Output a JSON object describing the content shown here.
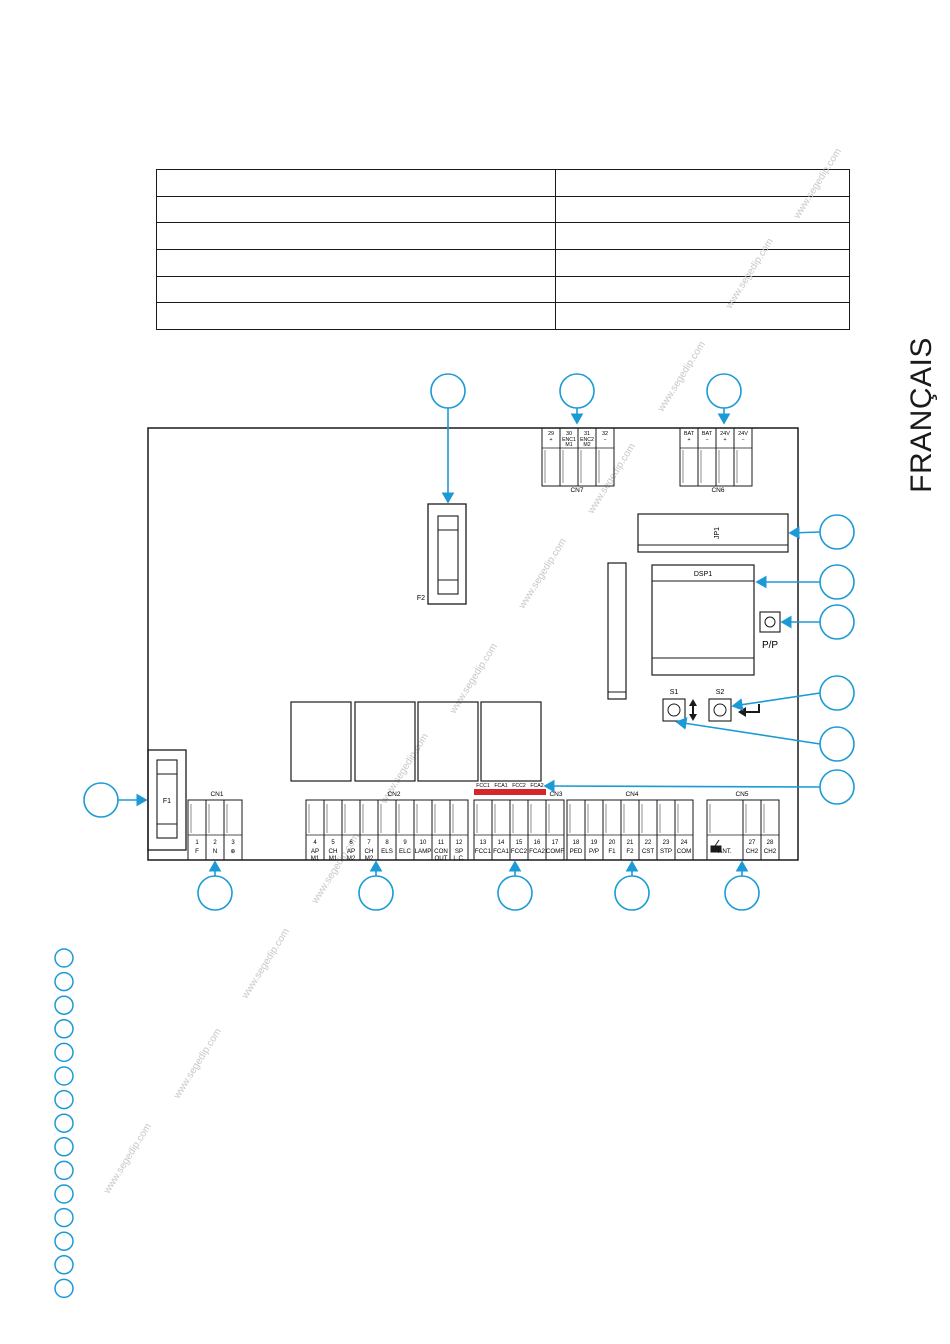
{
  "language_label": "FRANÇAIS",
  "spec_table": {
    "rows": [
      [
        "",
        ""
      ],
      [
        "",
        ""
      ],
      [
        "",
        ""
      ],
      [
        "",
        ""
      ],
      [
        "",
        ""
      ],
      [
        "",
        ""
      ]
    ]
  },
  "watermark": "www.segedip.com",
  "components": {
    "fuse_f1": "F1",
    "fuse_f2": "F2",
    "jumper": "JP1",
    "display": "DSP1",
    "button_pp": "P/P",
    "button_s1": "S1",
    "button_s2": "S2"
  },
  "connectors": {
    "cn1": {
      "label": "CN1",
      "terminals": [
        {
          "num": "1",
          "sig": "F"
        },
        {
          "num": "2",
          "sig": "N"
        },
        {
          "num": "3",
          "sig": "⊕"
        }
      ]
    },
    "cn2": {
      "label": "CN2",
      "terminals": [
        {
          "num": "4",
          "sig": "AP M1"
        },
        {
          "num": "5",
          "sig": "CH M1"
        },
        {
          "num": "6",
          "sig": "AP M2"
        },
        {
          "num": "7",
          "sig": "CH M2"
        },
        {
          "num": "8",
          "sig": "ELS"
        },
        {
          "num": "9",
          "sig": "ELC"
        },
        {
          "num": "10",
          "sig": "LAMP"
        },
        {
          "num": "11",
          "sig": "CON OUT"
        },
        {
          "num": "12",
          "sig": "SP L.C."
        }
      ]
    },
    "cn3": {
      "label": "CN3",
      "terminals": [
        {
          "num": "13",
          "sig": "FCC1"
        },
        {
          "num": "14",
          "sig": "FCA1"
        },
        {
          "num": "15",
          "sig": "FCC2"
        },
        {
          "num": "16",
          "sig": "FCA2"
        },
        {
          "num": "17",
          "sig": "COMF"
        }
      ],
      "leds": [
        "FCC1",
        "FCA1",
        "FCC2",
        "FCA2"
      ]
    },
    "cn4": {
      "label": "CN4",
      "terminals": [
        {
          "num": "18",
          "sig": "PED"
        },
        {
          "num": "19",
          "sig": "P/P"
        },
        {
          "num": "20",
          "sig": "F1"
        },
        {
          "num": "21",
          "sig": "F2"
        },
        {
          "num": "22",
          "sig": "CST"
        },
        {
          "num": "23",
          "sig": "STP"
        },
        {
          "num": "24",
          "sig": "COM"
        }
      ]
    },
    "cn5": {
      "label": "CN5",
      "terminals": [
        {
          "num": "",
          "sig": "ANT."
        },
        {
          "num": "27",
          "sig": "CH2"
        },
        {
          "num": "28",
          "sig": "CH2"
        }
      ]
    },
    "cn6": {
      "label": "CN6",
      "terminals": [
        {
          "num": "BAT",
          "sig": "+"
        },
        {
          "num": "BAT",
          "sig": "−"
        },
        {
          "num": "24V",
          "sig": "+"
        },
        {
          "num": "24V",
          "sig": "−"
        }
      ]
    },
    "cn7": {
      "label": "CN7",
      "terminals": [
        {
          "num": "29",
          "sig": "+"
        },
        {
          "num": "30",
          "sig": "ENC1 M1"
        },
        {
          "num": "31",
          "sig": "ENC2 M2"
        },
        {
          "num": "32",
          "sig": "−"
        }
      ]
    }
  },
  "legend_count": 15,
  "colors": {
    "callout": "#1b9ad6",
    "line": "#1a1a1a",
    "led": "#d6262b",
    "watermark": "#c8c8c8"
  }
}
